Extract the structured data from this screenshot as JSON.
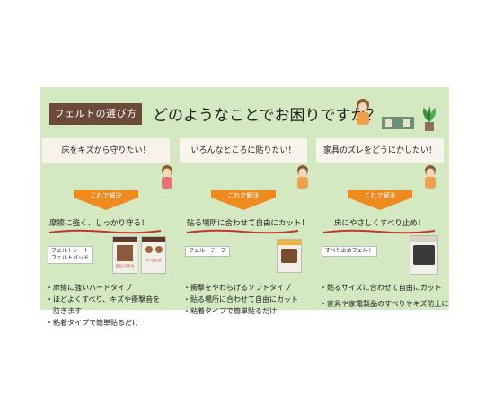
{
  "header": {
    "tag": "フェルトの選び方",
    "headline": "どのようなことでお困りですか？"
  },
  "columns": [
    {
      "problem": "床をキズから守りたい！",
      "arrow_label": "これで解決",
      "solution": "摩擦に強く、しっかり守る！",
      "product_name_lines": [
        "フェルトシート",
        "フェルトパッド"
      ],
      "package_captions": [
        "自由に切れる",
        "すぐ貼れる"
      ],
      "bullets": [
        "・摩擦に強いハードタイプ",
        "・ほどよくすべり、キズや衝撃音を",
        "　防ぎます",
        "・粘着タイプで簡単貼るだけ"
      ]
    },
    {
      "problem": "いろんなところに貼りたい！",
      "arrow_label": "これで解決",
      "solution": "貼る場所に合わせて自由にカット！",
      "product_name_lines": [
        "フェルトテープ"
      ],
      "bullets": [
        "・衝撃をやわらげるソフトタイプ",
        "・貼る場所に合わせて自由にカット",
        "・粘着タイプで簡単貼るだけ"
      ]
    },
    {
      "problem": "家具のズレをどうにかしたい！",
      "arrow_label": "これで解決",
      "solution": "床にやさしくすべり止め！",
      "product_name_lines": [
        "すべり止めフェルト"
      ],
      "bullets": [
        "・貼るサイズに合わせて自由にカット",
        "・家具や家電製品のすべりやキズ防止に"
      ]
    }
  ],
  "colors": {
    "banner_bg": "#d4e8c2",
    "tag_bg": "#6b4a3c",
    "arrow": "#ef8a1e",
    "brush_red": "#c0392b"
  }
}
